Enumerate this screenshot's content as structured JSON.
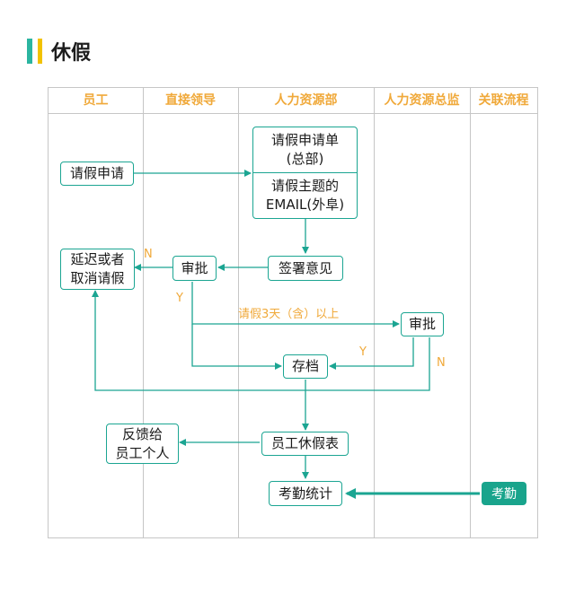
{
  "page": {
    "title": "休假"
  },
  "lanes": [
    "员工",
    "直接领导",
    "人力资源部",
    "人力资源总监",
    "关联流程"
  ],
  "nodes": {
    "leave_request": "请假申请",
    "leave_form_line1": "请假申请单",
    "leave_form_line2": "(总部)",
    "leave_email_line1": "请假主题的",
    "leave_email_line2": "EMAIL(外阜)",
    "sign_opinion": "签署意见",
    "approve_manager": "审批",
    "delay_cancel_line1": "延迟或者",
    "delay_cancel_line2": "取消请假",
    "approve_director": "审批",
    "archive": "存档",
    "leave_table": "员工休假表",
    "feedback_line1": "反馈给",
    "feedback_line2": "员工个人",
    "attendance_stats": "考勤统计",
    "attendance": "考勤"
  },
  "labels": {
    "n1": "N",
    "y1": "Y",
    "over3": "请假3天（含）以上",
    "y2": "Y",
    "n2": "N"
  },
  "colors": {
    "accent": "#1ba592",
    "label": "#f0a93a",
    "grid": "#c6c6c6"
  }
}
